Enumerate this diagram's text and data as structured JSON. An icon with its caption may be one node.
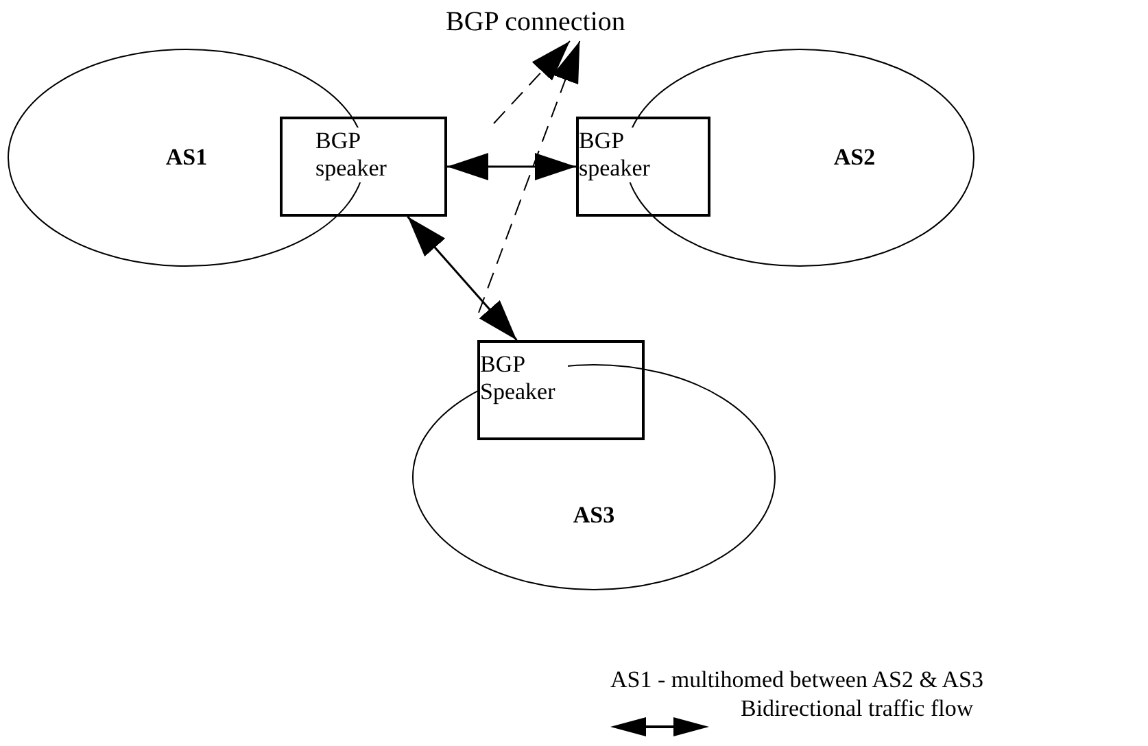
{
  "diagram": {
    "nodes": [
      {
        "text": [
          "BGP connection"
        ]
      },
      {
        "text": [
          "AS1"
        ]
      },
      {
        "text": [
          "BGP speaker"
        ]
      },
      {
        "text": [
          "BGP speaker"
        ]
      },
      {
        "text": [
          "AS2"
        ]
      },
      {
        "text": [
          "BGP Speaker"
        ]
      },
      {
        "text": [
          "AS3"
        ]
      }
    ],
    "edges": [
      {
        "from": 2,
        "to": 3,
        "arrow": "both"
      },
      {
        "from": 2,
        "to": 5,
        "arrow": "both"
      },
      {
        "from": null,
        "to": 0,
        "arrow": "to",
        "style": "dashed"
      },
      {
        "from": null,
        "to": 0,
        "arrow": "to",
        "style": "dashed"
      }
    ],
    "labels": [
      "AS1 - multihomed between AS2 & AS3"
    ],
    "legend": [
      {
        "text": "Bidirectional traffic flow"
      }
    ]
  }
}
